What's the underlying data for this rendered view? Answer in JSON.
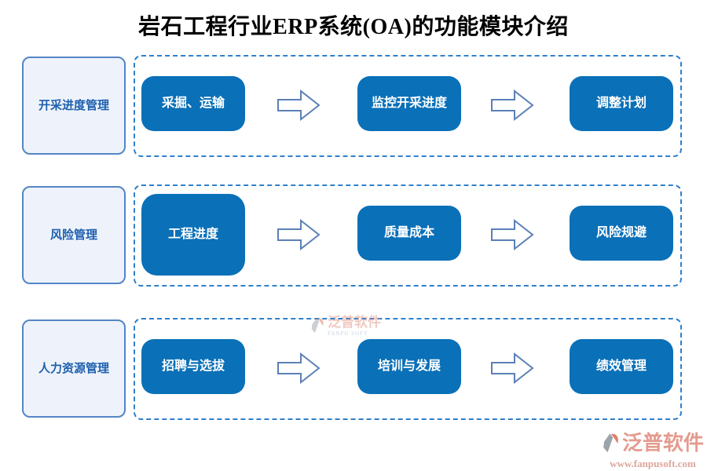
{
  "title": "岩石工程行业ERP系统(OA)的功能模块介绍",
  "rows": [
    {
      "label": "开采进度管理",
      "steps": [
        "采掘、运输",
        "监控开采进度",
        "调整计划"
      ]
    },
    {
      "label": "风险管理",
      "steps": [
        "工程进度",
        "质量成本",
        "风险规避"
      ]
    },
    {
      "label": "人力资源管理",
      "steps": [
        "招聘与选拔",
        "培训与发展",
        "绩效管理"
      ]
    }
  ],
  "watermark": {
    "brand": "泛普软件",
    "sub": "FANPU SOFT"
  },
  "footer": {
    "brand": "泛普软件",
    "url": "www.fanpusoft.com"
  },
  "colors": {
    "step_fill": "#0a70b8",
    "step_text": "#ffffff",
    "lane_dash": "#2f80cc",
    "label_fill": "#eef3fb",
    "label_border": "#5585c5",
    "label_text": "#1e5fae",
    "arrow_stroke": "#5b80b7",
    "title_text": "#000000",
    "brand_coral": "#e08a7c"
  }
}
